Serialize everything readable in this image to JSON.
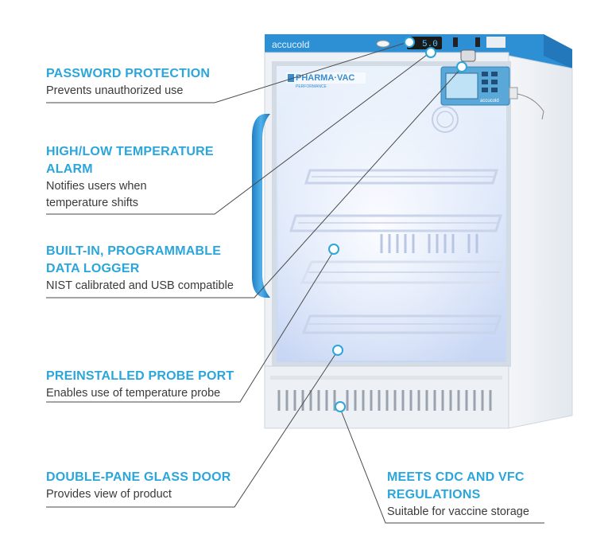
{
  "brand": {
    "logo": "accucold",
    "product_line": "PHARMA·VAC",
    "product_sub": "PERFORMANCE",
    "display_reading": "5.0",
    "badge": "accucold"
  },
  "features": [
    {
      "id": "password",
      "title": "PASSWORD PROTECTION",
      "desc": "Prevents unauthorized use"
    },
    {
      "id": "alarm",
      "title": "HIGH/LOW TEMPERATURE ALARM",
      "desc": "Notifies users when temperature shifts"
    },
    {
      "id": "logger",
      "title": "BUILT-IN, PROGRAMMABLE DATA LOGGER",
      "desc": "NIST calibrated and USB compatible"
    },
    {
      "id": "probe",
      "title": "PREINSTALLED PROBE PORT",
      "desc": "Enables use of temperature probe"
    },
    {
      "id": "glass",
      "title": "DOUBLE-PANE GLASS DOOR",
      "desc": "Provides view of product"
    },
    {
      "id": "cdc",
      "title": "MEETS CDC AND VFC REGULATIONS",
      "desc": "Suitable for vaccine storage"
    }
  ],
  "colors": {
    "accent": "#2aa6dc",
    "text": "#3a3a3a",
    "cabinet_blue": "#2d8fd4",
    "line": "#4a4a4a"
  }
}
